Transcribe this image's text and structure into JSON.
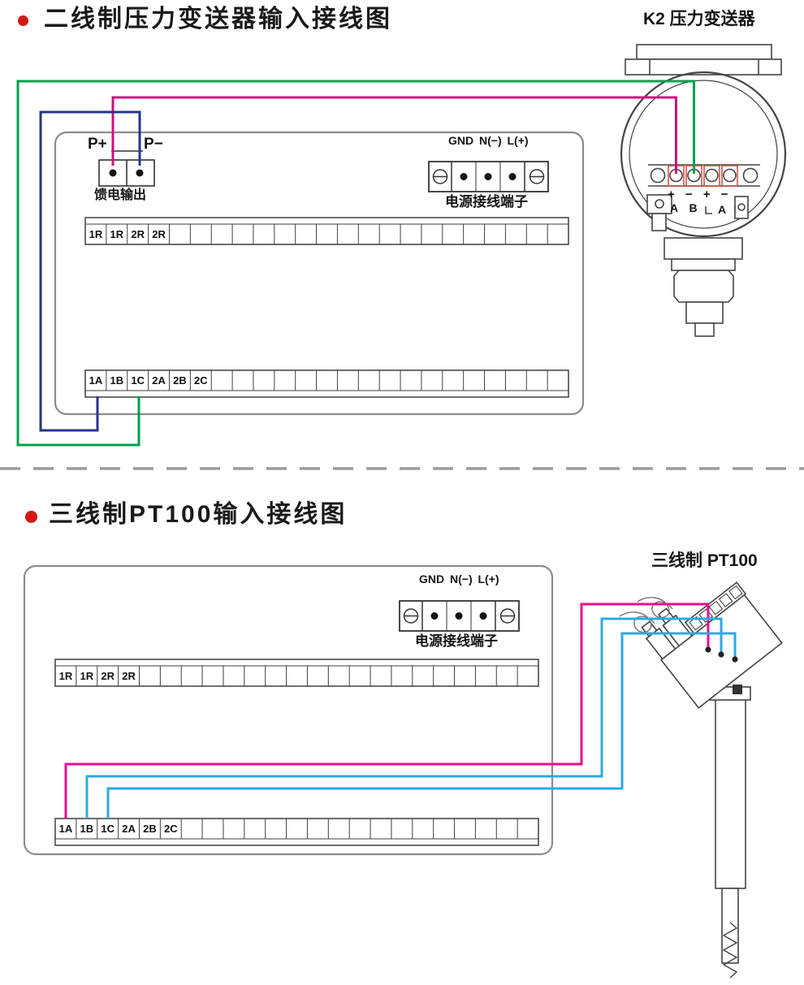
{
  "page": {
    "background": "#ffffff"
  },
  "colors": {
    "bullet": "#d11919",
    "wire_green": "#00a14e",
    "wire_navy": "#27348b",
    "wire_magenta": "#d40a80",
    "wire_pink": "#ec0c8c",
    "wire_cyan": "#2caae2",
    "terminal_red": "#cf4a3f"
  },
  "section1": {
    "title": "二线制压力变送器输入接线图",
    "device_label": "K2 压力变送器",
    "feed_terminal": {
      "plus": "P+",
      "minus": "P−",
      "label": "馈电输出"
    },
    "power_terminal": {
      "pins": "GND N(−) L(+)",
      "label": "电源接线端子"
    },
    "strip_top_labels": [
      "1R",
      "1R",
      "2R",
      "2R"
    ],
    "strip_bottom_labels": [
      "1A",
      "1B",
      "1C",
      "2A",
      "2B",
      "2C"
    ],
    "transmitter": {
      "polarity": "+ − + −",
      "ab": "A B",
      "a2": "A"
    }
  },
  "section2": {
    "title": "三线制PT100输入接线图",
    "device_label": "三线制  PT100",
    "power_terminal": {
      "pins": "GND N(−) L(+)",
      "label": "电源接线端子"
    },
    "strip_top_labels": [
      "1R",
      "1R",
      "2R",
      "2R"
    ],
    "strip_bottom_labels": [
      "1A",
      "1B",
      "1C",
      "2A",
      "2B",
      "2C"
    ]
  }
}
